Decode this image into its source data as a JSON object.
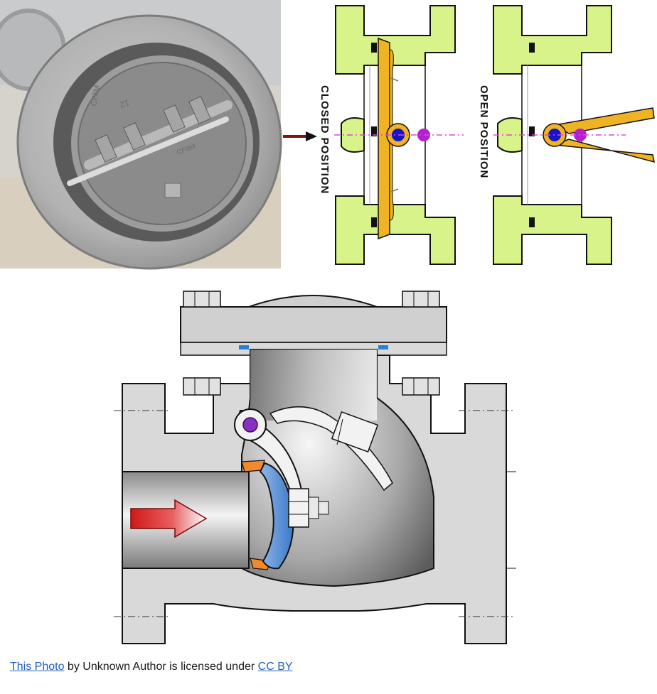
{
  "figure": {
    "closed_label": "CLOSED POSITION",
    "open_label": "OPEN POSITION",
    "photo_markings": {
      "top": "12",
      "casting": "CF8M",
      "lower": "CF8M"
    }
  },
  "caption": {
    "photo_link": "This Photo",
    "middle_text": " by Unknown Author is licensed under ",
    "license_link": "CC BY"
  },
  "colors": {
    "flange_green": "#d8f38a",
    "disc_orange": "#f0b323",
    "pin_blue": "#1515c8",
    "pin_purple": "#b41fd0",
    "centerline_magenta": "#d84bd8",
    "body_gray": "#d9d9d9",
    "seat_blue": "#2d7fd6",
    "seal_orange": "#f08a2a",
    "arrow_red": "#d01818",
    "link_blue": "#1f5fbf"
  }
}
